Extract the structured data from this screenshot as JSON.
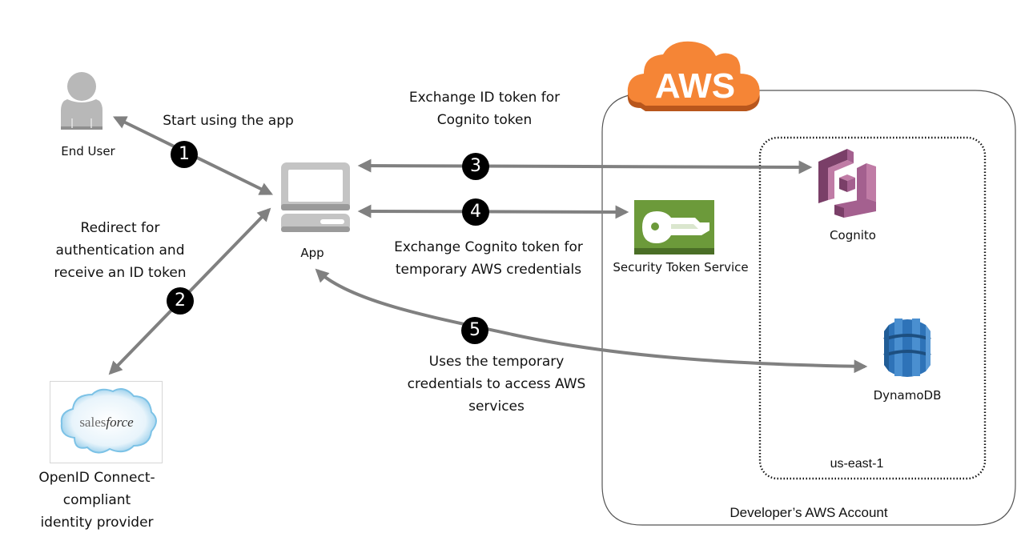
{
  "diagram": {
    "actors": {
      "end_user": {
        "label": "End User",
        "icon": "user-icon"
      },
      "app": {
        "label": "App",
        "icon": "desktop-computer-icon"
      },
      "idp": {
        "logo_text_plain": "sales",
        "logo_text_italic": "force",
        "label_lines": [
          "OpenID Connect-",
          "compliant",
          "identity provider"
        ],
        "icon": "salesforce-cloud-logo"
      }
    },
    "aws": {
      "logo_text": "AWS",
      "account_label": "Developer’s AWS Account",
      "region_label": "us-east-1",
      "services": {
        "sts": {
          "label": "Security Token Service",
          "icon": "key-icon"
        },
        "cognito": {
          "label": "Cognito",
          "icon": "cognito-icon"
        },
        "dynamodb": {
          "label": "DynamoDB",
          "icon": "database-icon"
        }
      }
    },
    "steps": [
      {
        "number": "1",
        "label_lines": [
          "Start using the app"
        ]
      },
      {
        "number": "2",
        "label_lines": [
          "Redirect for",
          "authentication and",
          "receive an ID token"
        ]
      },
      {
        "number": "3",
        "label_lines": [
          "Exchange ID token for",
          "Cognito token"
        ]
      },
      {
        "number": "4",
        "label_lines": [
          "Exchange Cognito token for",
          "temporary AWS credentials"
        ]
      },
      {
        "number": "5",
        "label_lines": [
          "Uses the temporary",
          "credentials to access AWS",
          "services"
        ]
      }
    ],
    "colors": {
      "arrow": "#808080",
      "aws_orange": "#f58536",
      "aws_orange_dark": "#b8561c",
      "sts_green": "#6c9a3a",
      "cognito_purple": "#a4608f",
      "dynamo_blue": "#2e73b8",
      "icon_gray": "#b8b8b8"
    }
  }
}
